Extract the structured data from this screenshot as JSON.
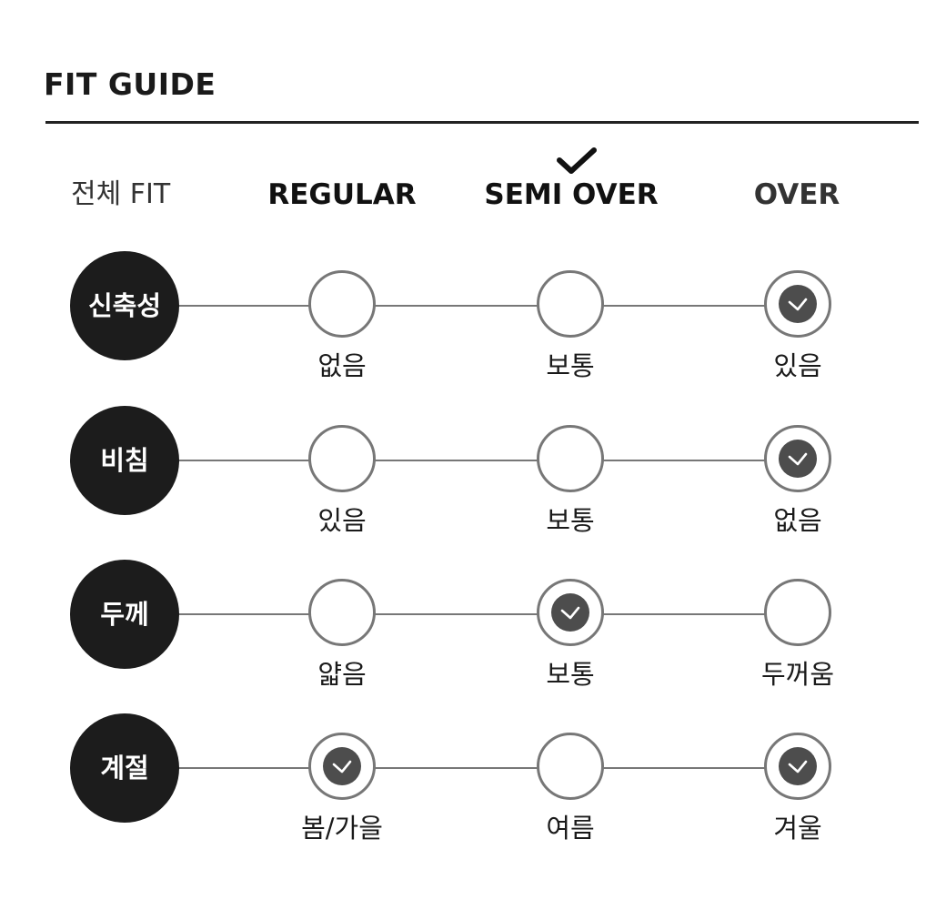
{
  "title": "FIT GUIDE",
  "header": {
    "fit_label": "전체 FIT",
    "columns": [
      "REGULAR",
      "SEMI OVER",
      "OVER"
    ],
    "selected_column": "SEMI OVER",
    "selected_icon": "checkmark-icon"
  },
  "colors": {
    "badge": "#1c1c1c",
    "option_ring": "#777777",
    "selected_dot": "#4d4d4d",
    "text": "#1a1a1a"
  },
  "rows": [
    {
      "category": "신축성",
      "options": [
        {
          "label": "없음",
          "selected": false
        },
        {
          "label": "보통",
          "selected": false
        },
        {
          "label": "있음",
          "selected": true
        }
      ]
    },
    {
      "category": "비침",
      "options": [
        {
          "label": "있음",
          "selected": false
        },
        {
          "label": "보통",
          "selected": false
        },
        {
          "label": "없음",
          "selected": true
        }
      ]
    },
    {
      "category": "두께",
      "options": [
        {
          "label": "얇음",
          "selected": false
        },
        {
          "label": "보통",
          "selected": true
        },
        {
          "label": "두꺼움",
          "selected": false
        }
      ]
    },
    {
      "category": "계절",
      "options": [
        {
          "label": "봄/가을",
          "selected": true
        },
        {
          "label": "여름",
          "selected": false
        },
        {
          "label": "겨울",
          "selected": true
        }
      ]
    }
  ]
}
